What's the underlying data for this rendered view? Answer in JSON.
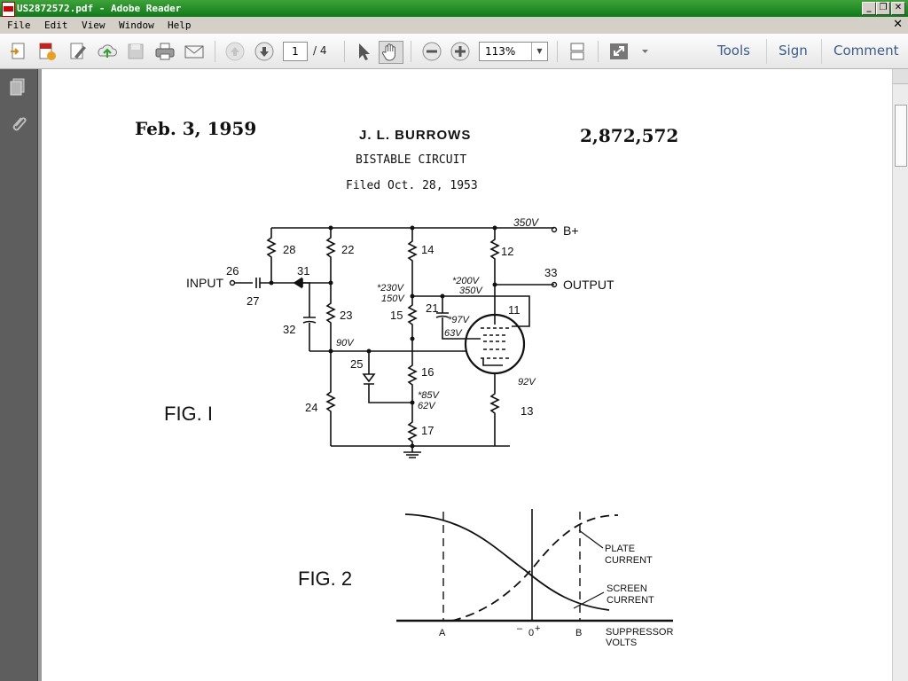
{
  "window": {
    "title": "US2872572.pdf - Adobe Reader"
  },
  "menu": {
    "items": [
      "File",
      "Edit",
      "View",
      "Window",
      "Help"
    ]
  },
  "toolbar": {
    "current_page": "1",
    "page_total": "/ 4",
    "zoom": "113%",
    "links": {
      "tools": "Tools",
      "sign": "Sign",
      "comment": "Comment"
    },
    "icons": [
      "create-pdf-icon",
      "pdf-tools-icon",
      "edit-icon",
      "upload-cloud-icon",
      "save-icon",
      "print-icon",
      "email-icon",
      "previous-page-icon",
      "next-page-icon",
      "select-arrow-icon",
      "hand-tool-icon",
      "zoom-out-icon",
      "zoom-in-icon",
      "page-display-icon",
      "full-screen-icon",
      "toolbar-dropdown-icon"
    ]
  },
  "sidebar": {
    "icons": [
      "page-thumbnails-icon",
      "attachments-icon"
    ]
  },
  "document": {
    "date": "Feb. 3, 1959",
    "author": "J. L. BURROWS",
    "patent_number": "2,872,572",
    "subtitle": "BISTABLE CIRCUIT",
    "filed": "Filed Oct. 28, 1953",
    "fig1": {
      "label": "FIG. I",
      "input_label": "INPUT",
      "output_label": "OUTPUT",
      "supply_label": "B+",
      "supply_voltage": "350V",
      "refs": [
        "26",
        "27",
        "28",
        "31",
        "32",
        "22",
        "23",
        "24",
        "25",
        "14",
        "15",
        "16",
        "17",
        "21",
        "12",
        "11",
        "13",
        "33"
      ],
      "voltages": [
        "*230V",
        "150V",
        "*200V",
        "350V",
        "*97V",
        "63V",
        "90V",
        "*85V",
        "62V",
        "92V"
      ]
    },
    "fig2": {
      "label": "FIG. 2",
      "plate_current": [
        "PLATE",
        "CURRENT"
      ],
      "screen_current": [
        "SCREEN",
        "CURRENT"
      ],
      "axis_label": [
        "SUPPRESSOR",
        "VOLTS"
      ],
      "ticks": [
        "A",
        "0",
        "B"
      ],
      "signs": [
        "–",
        "+"
      ]
    }
  }
}
